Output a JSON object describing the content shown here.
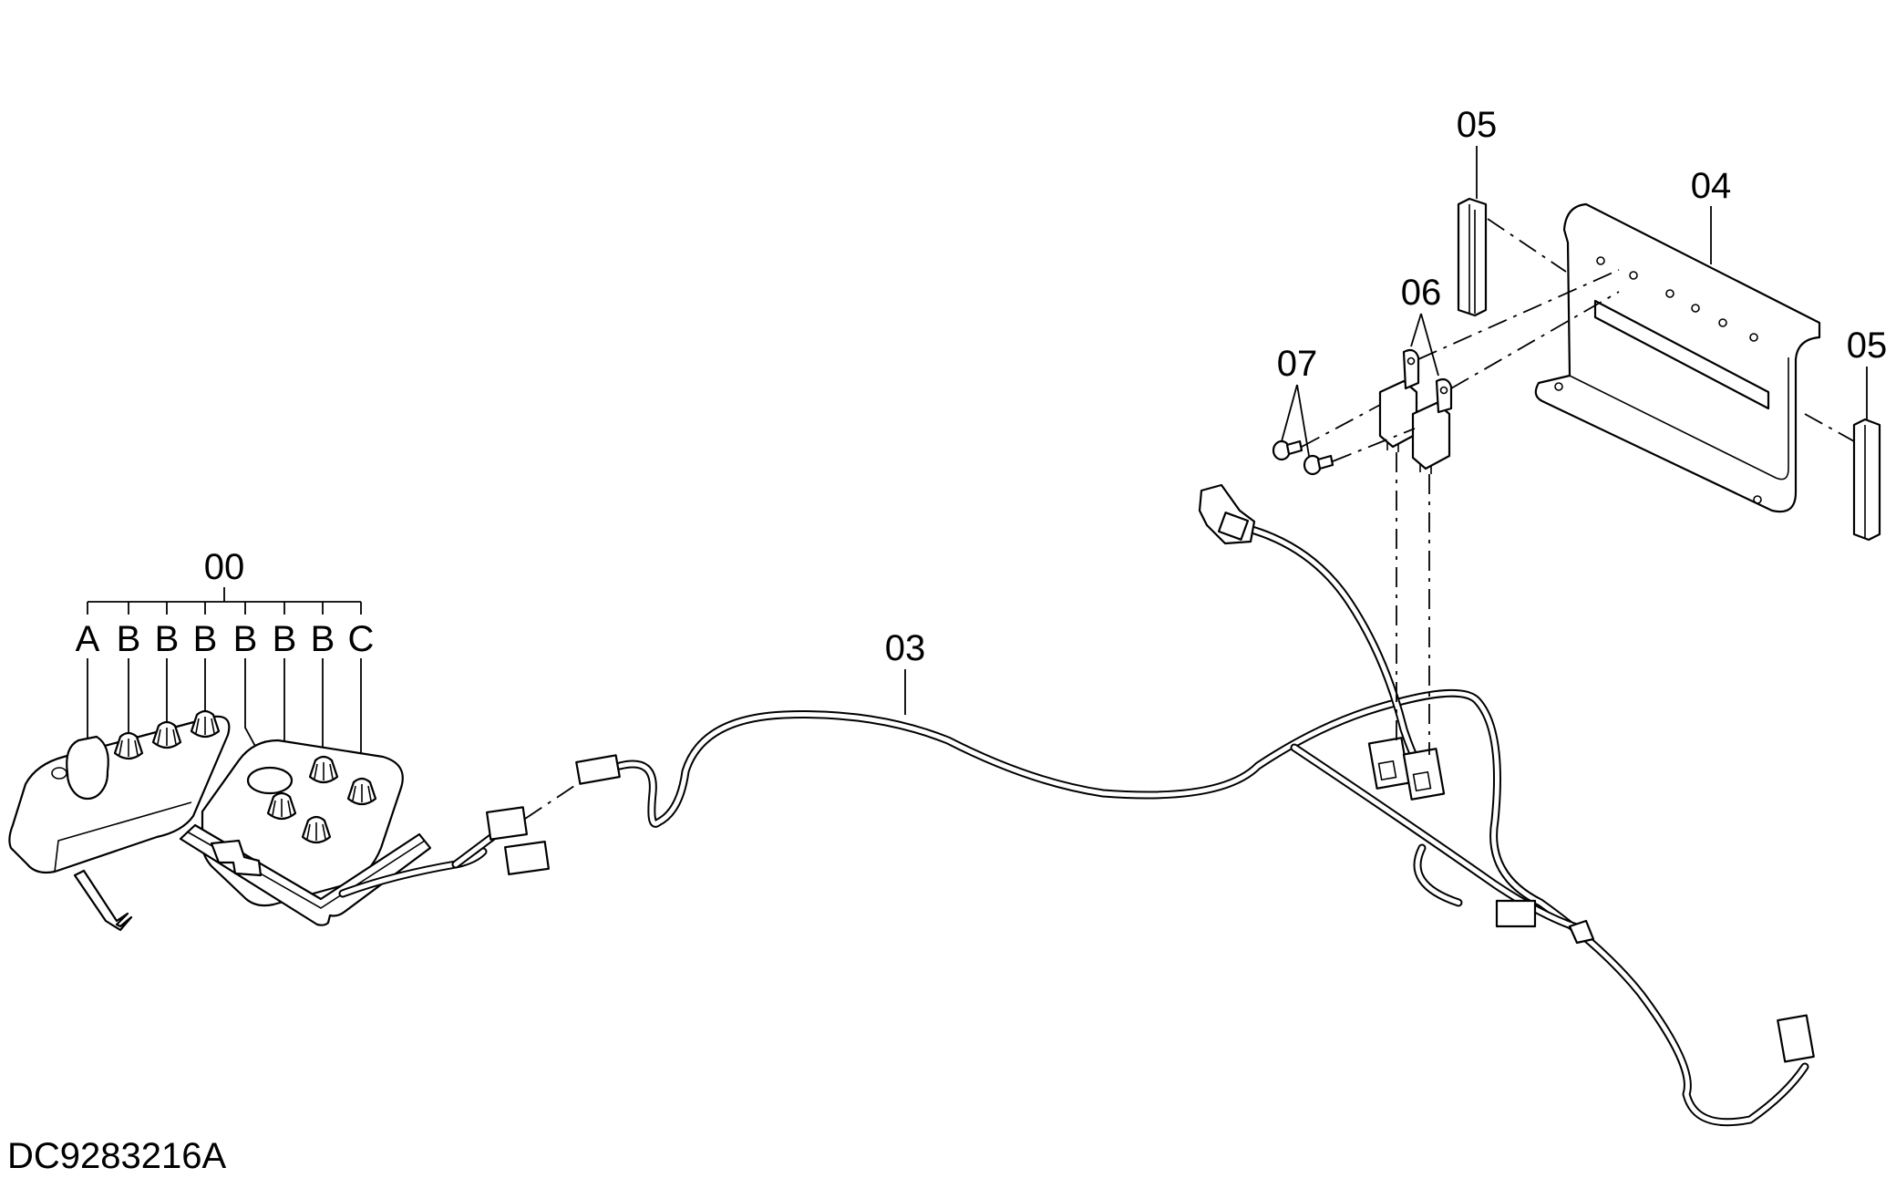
{
  "drawing_id": "DC9283216A",
  "callouts": {
    "c00": "00",
    "c03": "03",
    "c04": "04",
    "c05_top": "05",
    "c05_right": "05",
    "c06": "06",
    "c07": "07"
  },
  "sub_labels": [
    "A",
    "B",
    "B",
    "B",
    "B",
    "B",
    "B",
    "C"
  ]
}
